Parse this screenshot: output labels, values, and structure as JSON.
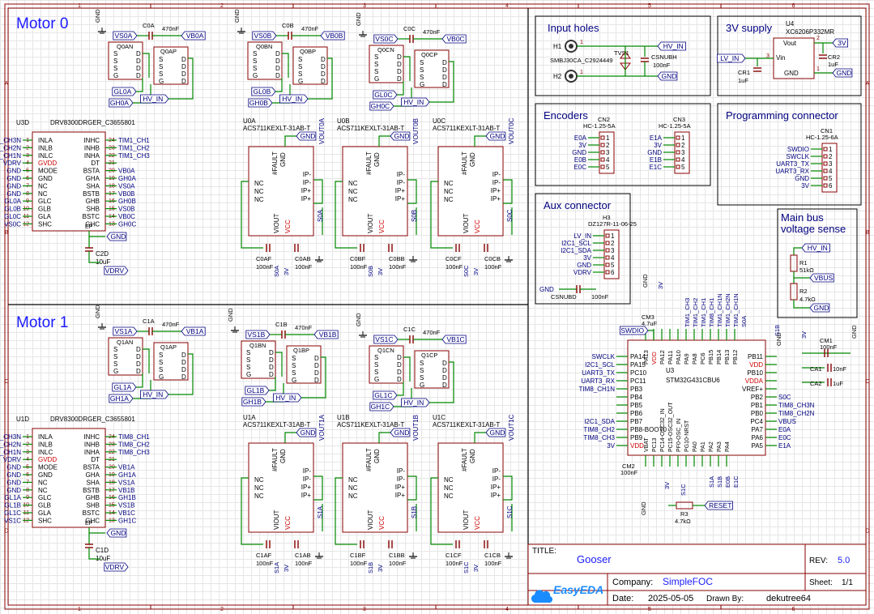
{
  "sections": {
    "motor0": "Motor 0",
    "motor1": "Motor 1",
    "input_holes": "Input holes",
    "supply3v": "3V supply",
    "encoders": "Encoders",
    "programming": "Programming connector",
    "aux": "Aux connector",
    "main_bus": "Main bus voltage sense"
  },
  "frame": {
    "cols": [
      "1",
      "2",
      "3",
      "4",
      "5",
      "6"
    ],
    "rows": [
      "A",
      "B",
      "C",
      "D"
    ]
  },
  "title_block": {
    "title_label": "TITLE:",
    "title_value": "Gooser",
    "rev_label": "REV:",
    "rev_value": "5.0",
    "company_label": "Company:",
    "company_value": "SimpleFOC",
    "sheet_label": "Sheet:",
    "sheet_value": "1/1",
    "date_label": "Date:",
    "date_value": "2025-05-05",
    "drawn_label": "Drawn By:",
    "drawn_value": "dekutree64",
    "logo_text": "EasyEDA"
  },
  "parts": {
    "driver0": {
      "ref": "U3D",
      "value": "DRV8300DRGER_C3655801"
    },
    "driver1": {
      "ref": "U1D",
      "value": "DRV8300DRGER_C3655801"
    },
    "cs0": [
      {
        "ref": "U0A",
        "value": "ACS711KEXLT-31AB-T",
        "out": "VOUT0A",
        "fault": "#FAULT",
        "caps": [
          "C0AF",
          "C0AB"
        ],
        "cap_val": "100nF",
        "net": "S0A"
      },
      {
        "ref": "U0B",
        "value": "ACS711KEXLT-31AB-T",
        "out": "VOUT0B",
        "fault": "#FAULT",
        "caps": [
          "C0BF",
          "C0BB"
        ],
        "cap_val": "100nF",
        "net": "S0B"
      },
      {
        "ref": "U0C",
        "value": "ACS711KEXLT-31AB-T",
        "out": "VOUT0C",
        "fault": "#FAULT",
        "caps": [
          "C0CF",
          "C0CB"
        ],
        "cap_val": "100nF",
        "net": "S0C"
      }
    ],
    "cs1": [
      {
        "ref": "U1A",
        "value": "ACS711KEXLT-31AB-T",
        "out": "VOUT1A",
        "fault": "#FAULT",
        "caps": [
          "C1AF",
          "C1AB"
        ],
        "cap_val": "100nF",
        "net": "S1A"
      },
      {
        "ref": "U1B",
        "value": "ACS711KEXLT-31AB-T",
        "out": "VOUT1B",
        "fault": "#FAULT",
        "caps": [
          "C1BF",
          "C1BB"
        ],
        "cap_val": "100nF",
        "net": "S1B"
      },
      {
        "ref": "U1C",
        "value": "ACS711KEXLT-31AB-T",
        "out": "VOUT1C",
        "fault": "#FAULT",
        "caps": [
          "C1CF",
          "C1CB"
        ],
        "cap_val": "100nF",
        "net": "S1C"
      }
    ],
    "mcu": {
      "ref": "U3",
      "value": "STM32G431CBU6"
    },
    "ldo": {
      "ref": "U4",
      "value": "XC6206P332MR"
    },
    "tvs": {
      "ref": "TVS1",
      "value": "SMBJ30CA_C2924449"
    },
    "csnubh": {
      "ref": "CSNUBH",
      "value": "100nF"
    },
    "cn1": {
      "ref": "CN1",
      "value": "HC-1.25-6A"
    },
    "cn2": {
      "ref": "CN2",
      "value": "HC-1.25-5A"
    },
    "cn3": {
      "ref": "CN3",
      "value": "HC-1.25-5A"
    },
    "h3": {
      "ref": "H3",
      "value": "DZ127R-11-06-25"
    },
    "r1": {
      "ref": "R1",
      "value": "51kΩ"
    },
    "r2": {
      "ref": "R2",
      "value": "4.7kΩ"
    },
    "r3": {
      "ref": "R3",
      "value": "4.7kΩ"
    },
    "c2d": {
      "ref": "C2D",
      "value": "10uF"
    },
    "c1d": {
      "ref": "C1D",
      "value": "10uF"
    },
    "cm1": {
      "ref": "CM1",
      "value": "100nF"
    },
    "cm2": {
      "ref": "CM2",
      "value": "100nF"
    },
    "cm3": {
      "ref": "CM3",
      "value": "4.7uF"
    },
    "ca1": {
      "ref": "CA1",
      "value": "10nF"
    },
    "ca2": {
      "ref": "CA2",
      "value": "1uF"
    },
    "cr1": {
      "ref": "CR1",
      "value": "1uF"
    },
    "cr2": {
      "ref": "CR2",
      "value": "1uF"
    },
    "csnubd": {
      "ref": "CSNUBD",
      "value": "100nF"
    }
  },
  "drv_pins_left": [
    "INLA",
    "INLB",
    "INLC",
    "GVDD",
    "MODE",
    "GND",
    "NC",
    "NC",
    "GLC",
    "GLB",
    "GLA",
    "SHC"
  ],
  "drv_pins_right": [
    "INHC",
    "INHB",
    "INHA",
    "DT",
    "BSTA",
    "GHA",
    "SHA",
    "BSTB",
    "GHB",
    "SHB",
    "BSTC",
    "GHC"
  ],
  "drv0_left_nets": [
    "TIM1_CH3N",
    "TIM1_CH2N",
    "TIM1_CH1N",
    "VDRV",
    "GND",
    "GND",
    "GND",
    "GND",
    "GL0A",
    "GL0B",
    "GL0C",
    "VS0C"
  ],
  "drv0_right_nets": [
    "TIM1_CH1",
    "TIM1_CH2",
    "TIM1_CH3",
    "",
    "VB0A",
    "GH0A",
    "VS0A",
    "VB0B",
    "GH0B",
    "VS0B",
    "VB0C",
    "GH0C"
  ],
  "drv1_left_nets": [
    "TIM8_CH3N",
    "TIM8_CH2N",
    "TIM8_CH1N",
    "VDRV",
    "GND",
    "GND",
    "GND",
    "GND",
    "GL1A",
    "GL1B",
    "GL1C",
    "VS1C"
  ],
  "drv1_right_nets": [
    "TIM8_CH1",
    "TIM8_CH2",
    "TIM8_CH3",
    "",
    "VB1A",
    "GH1A",
    "VS1A",
    "VB1B",
    "GH1B",
    "VS1B",
    "VB1C",
    "GH1C"
  ],
  "mosfets0": [
    {
      "q": "Q0AN",
      "qp": "Q0AP",
      "c": "C0A",
      "cval": "470nF",
      "vs": "VS0A",
      "vb": "VB0A",
      "gl": "GL0A",
      "gh": "GH0A",
      "hv": "HV_IN"
    },
    {
      "q": "Q0BN",
      "qp": "Q0BP",
      "c": "C0B",
      "cval": "470nF",
      "vs": "VS0B",
      "vb": "VB0B",
      "gl": "GL0B",
      "gh": "GH0B",
      "hv": "HV_IN"
    },
    {
      "q": "Q0CN",
      "qp": "Q0CP",
      "c": "C0C",
      "cval": "470nF",
      "vs": "VS0C",
      "vb": "VB0C",
      "gl": "GL0C",
      "gh": "GH0C",
      "hv": "HV_IN"
    }
  ],
  "mosfets1": [
    {
      "q": "Q1AN",
      "qp": "Q1AP",
      "c": "C1A",
      "cval": "470nF",
      "vs": "VS1A",
      "vb": "VB1A",
      "gl": "GL1A",
      "gh": "GH1A",
      "hv": "HV_IN"
    },
    {
      "q": "Q1BN",
      "qp": "Q1BP",
      "c": "C1B",
      "cval": "470nF",
      "vs": "VS1B",
      "vb": "VB1B",
      "gl": "GL1B",
      "gh": "GH1B",
      "hv": "HV_IN"
    },
    {
      "q": "Q1CN",
      "qp": "Q1CP",
      "c": "C1C",
      "cval": "470nF",
      "vs": "VS1C",
      "vb": "VB1C",
      "gl": "GL1C",
      "gh": "GH1C",
      "hv": "HV_IN"
    }
  ],
  "mcu_left_pins": [
    "PA14",
    "PA15",
    "PC10",
    "PC11",
    "PB3",
    "PB4",
    "PB5",
    "PB6",
    "PB7",
    "PB8-BOOT0",
    "PB9",
    "VDD"
  ],
  "mcu_left_nets": [
    "SWCLK",
    "I2C1_SCL",
    "UART3_TX",
    "UART3_RX",
    "TIM8_CH1N",
    "",
    "",
    "",
    "I2C1_SDA",
    "TIM8_CH2",
    "TIM8_CH3",
    "3V"
  ],
  "mcu_right_pins": [
    "PB11",
    "VDD",
    "PB10",
    "VDDA",
    "VREF+",
    "PB2",
    "PB1",
    "PB0",
    "PC4",
    "PA7",
    "PA6",
    "PA5"
  ],
  "mcu_right_nets": [
    "",
    "",
    "",
    "",
    "",
    "S0C",
    "TIM8_CH3N",
    "TIM8_CH2N",
    "VBUS",
    "E0A",
    "E0C",
    "E1A"
  ],
  "mcu_top_nets": [
    "TIM1_CH3",
    "TIM1_CH2",
    "TIM1_CH1",
    "TIM8_CH1",
    "TIM1_CH1N",
    "TIM1_CH2N",
    "TIM1_CH1N",
    "S0A"
  ],
  "mcu_bottom_nets": [
    "S1A",
    "S1B",
    "E0B",
    "E1C"
  ],
  "input": {
    "h1": "H1",
    "h2": "H2",
    "hv_in": "HV_IN",
    "gnd": "GND"
  },
  "supply": {
    "lv_in": "LV_IN",
    "out": "3V",
    "vin": "Vin",
    "vout": "Vout",
    "gnd": "GND"
  },
  "enc_cn2_nets": [
    "E0A",
    "3V",
    "GND",
    "E0B",
    "E0C"
  ],
  "enc_cn3_nets": [
    "E1A",
    "3V",
    "GND",
    "E1B",
    "E1C"
  ],
  "prog_nets": [
    "SWDIO",
    "SWCLK",
    "UART3_TX",
    "UART3_RX",
    "GND",
    "3V"
  ],
  "aux_nets": [
    "LV_IN",
    "I2C1_SCL",
    "I2C1_SDA",
    "3V",
    "GND",
    "VDRV"
  ],
  "bus_nets": [
    "HV_IN",
    "VBUS",
    "GND"
  ],
  "misc_nets": {
    "swdio": "SWDIO",
    "reset": "RESET",
    "gnd": "GND",
    "vdrv": "VDRV",
    "v3": "3V",
    "hv_in": "HV_IN"
  },
  "colors": {
    "wire": "#008800",
    "part": "#880000",
    "net": "#000080",
    "pin": "#880000",
    "title": "#0000ff",
    "frame": "#880000",
    "power": "#cc0000"
  }
}
